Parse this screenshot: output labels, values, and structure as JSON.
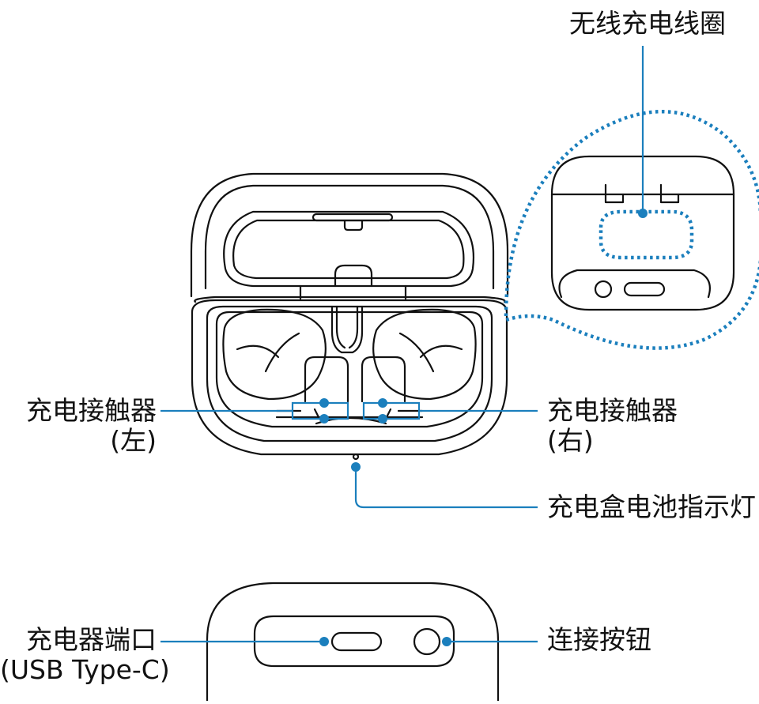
{
  "labels": {
    "wireless_coil": "无线充电线圈",
    "contacts_left_line1": "充电接触器",
    "contacts_left_line2": "(左)",
    "contacts_right_line1": "充电接触器",
    "contacts_right_line2": "(右)",
    "battery_indicator": "充电盒电池指示灯",
    "charger_port_line1": "充电器端口",
    "charger_port_line2": "(USB Type-C)",
    "connect_button": "连接按钮"
  },
  "colors": {
    "outline": "#111111",
    "callout": "#1b7fbd"
  }
}
